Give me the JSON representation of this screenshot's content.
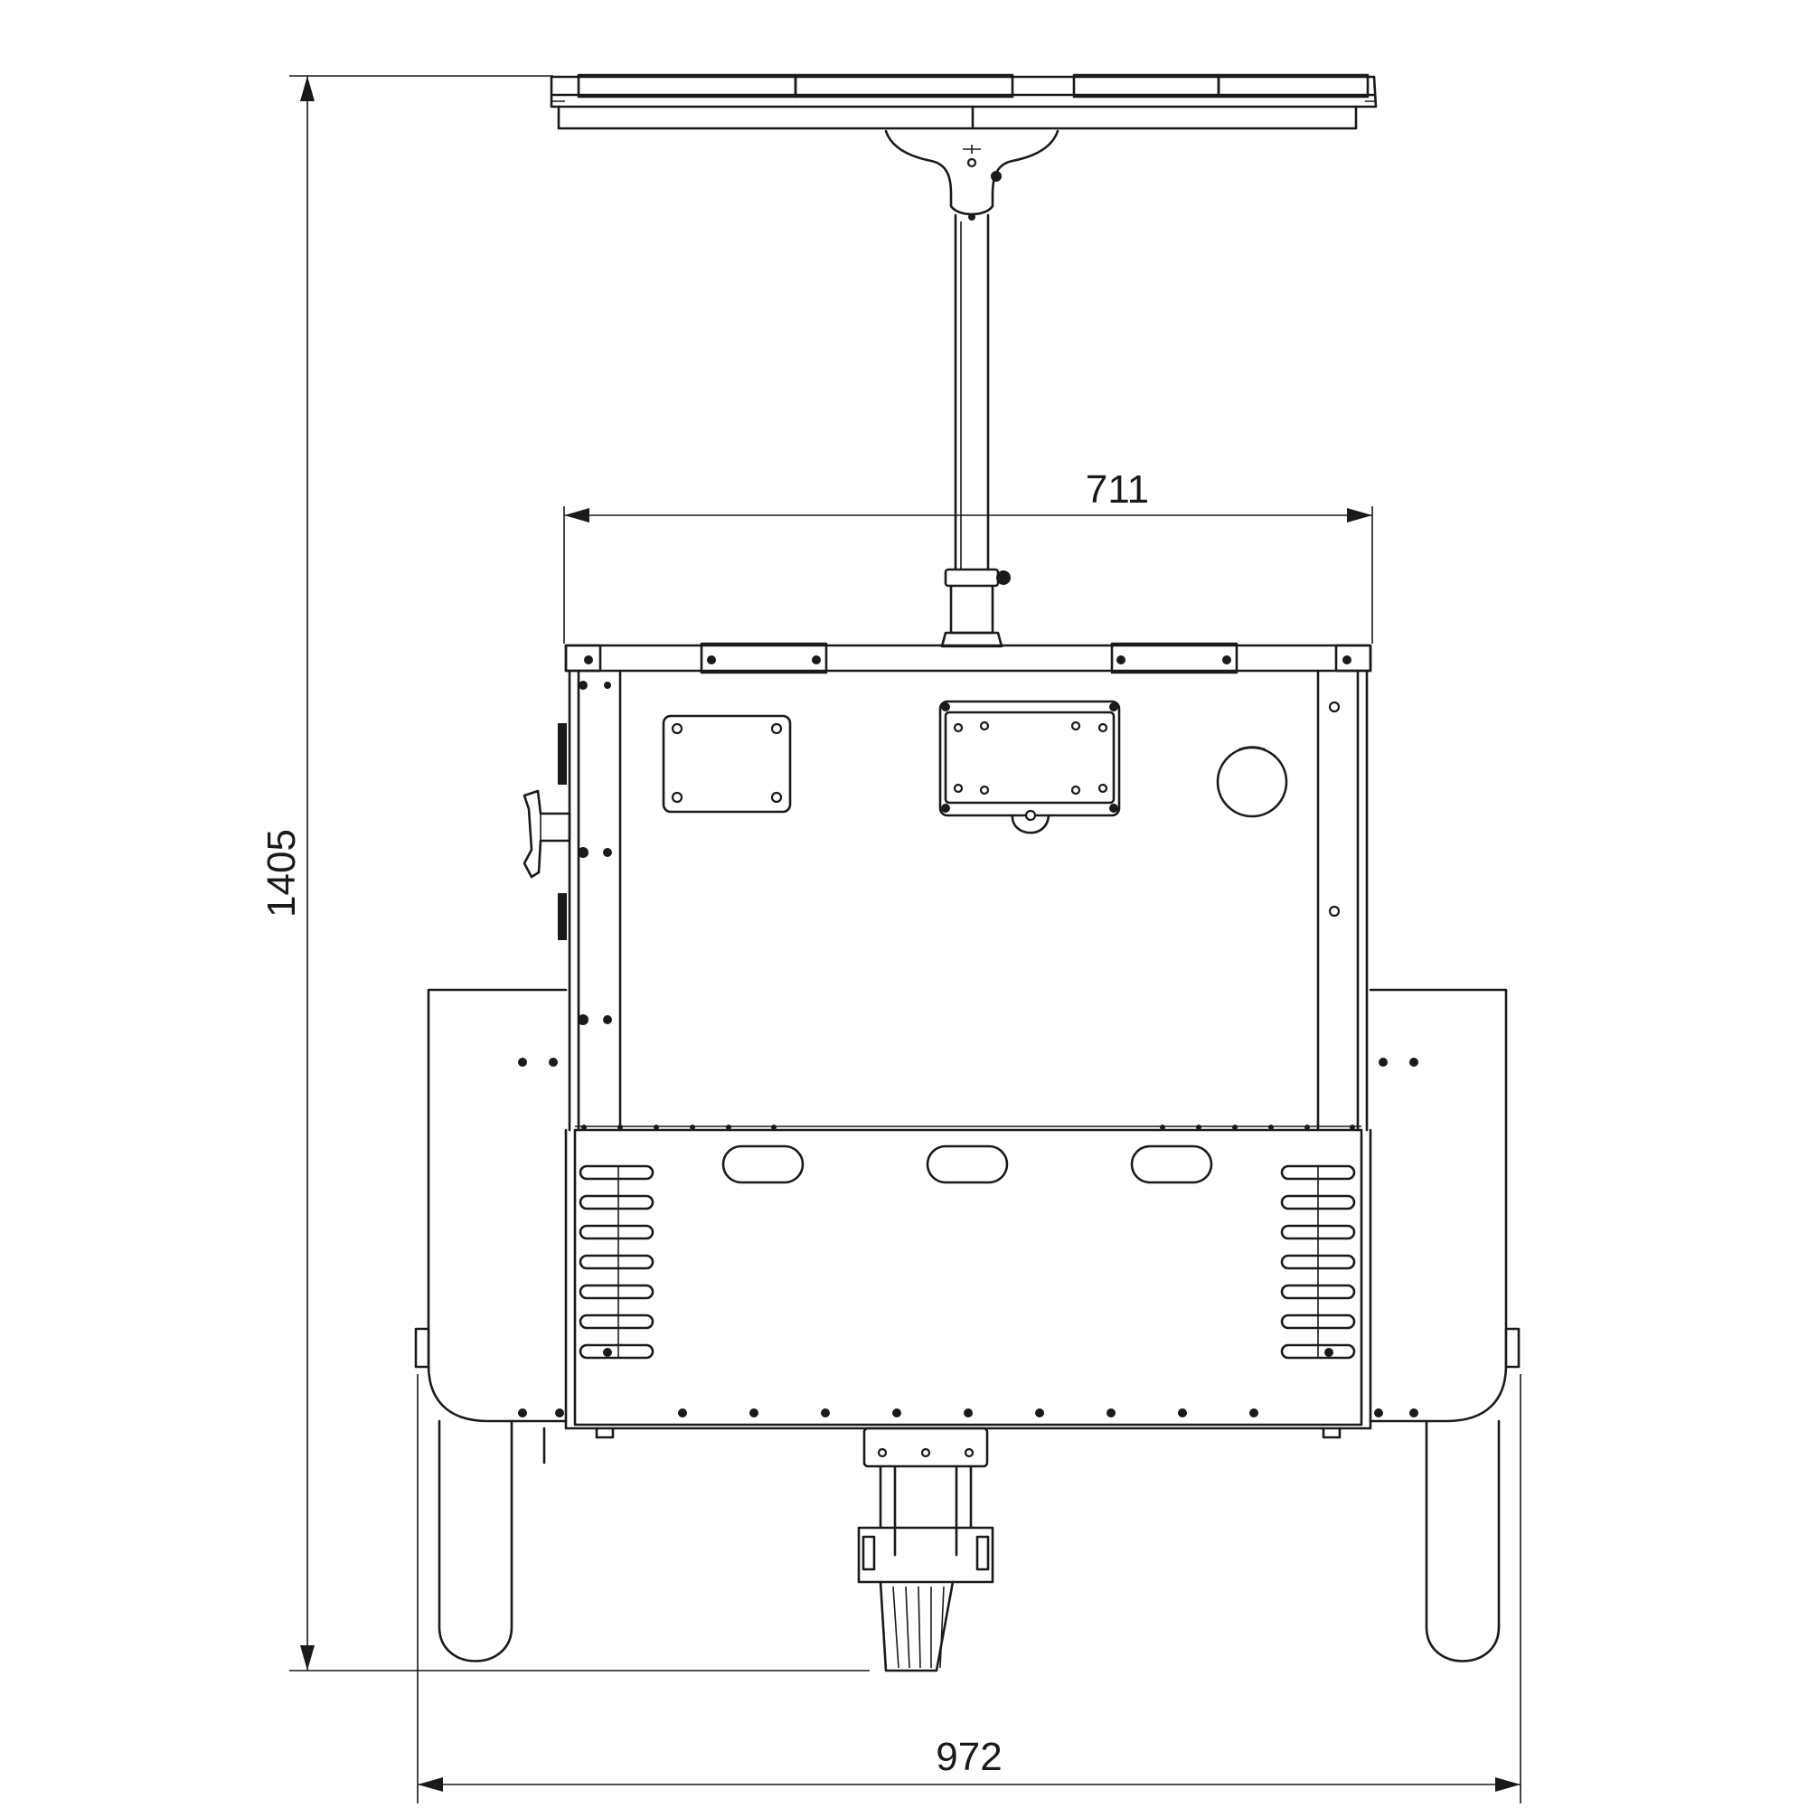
{
  "drawing": {
    "view": "front elevation",
    "dimensions": {
      "overall_height": "1405",
      "overall_width": "972",
      "body_width": "711"
    },
    "colors": {
      "line": "#1a1a1a",
      "background": "#ffffff"
    }
  }
}
